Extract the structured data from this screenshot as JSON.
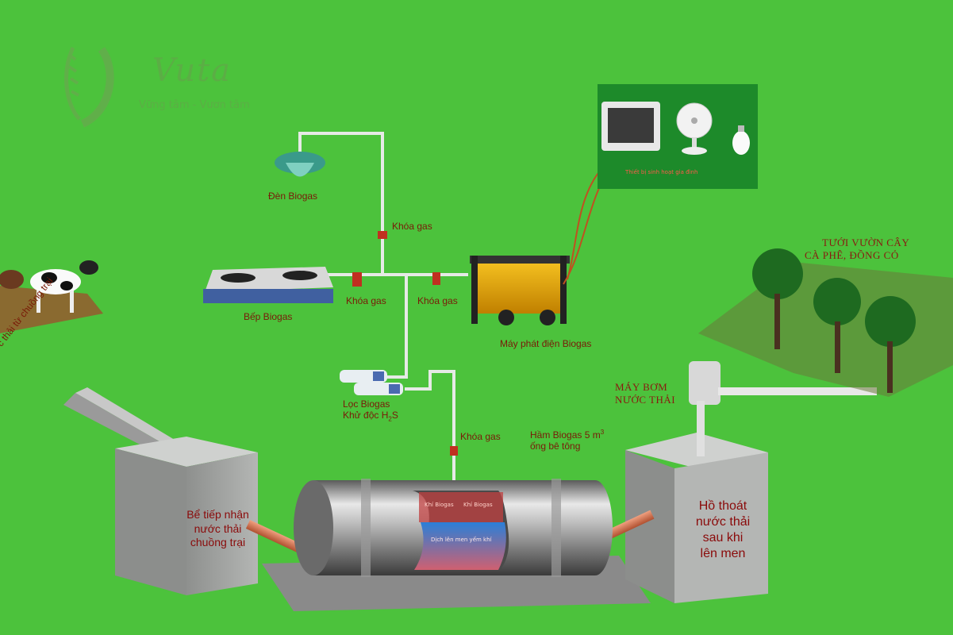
{
  "brand": {
    "name": "Vuta",
    "tagline": "Vững tâm - Vươn tâm"
  },
  "labels": {
    "lamp": "Đèn Biogas",
    "valve_top": "Khóa gas",
    "stove": "Bếp Biogas",
    "valve_left": "Khóa gas",
    "valve_right": "Khóa gas",
    "generator": "Máy phát điện Biogas",
    "appliances": "Thiết bị sinh hoạt gia đình",
    "filter_line1": "Lọc Biogas",
    "filter_line2": "Khử độc H",
    "filter_sub": "2",
    "filter_end": "S",
    "valve_tank": "Khóa gas",
    "tank_line1": "Hầm Biogas 5 m",
    "tank_sup": "3",
    "tank_line2": "ống bê tông",
    "tank_gas": "Khí Biogas",
    "tank_gas_left": "Khí Biogas",
    "tank_liquid": "Dịch lên men yếm khí",
    "inflow": "Nước thải từ chuồng trại",
    "pump_line1": "MÁY BƠM",
    "pump_line2": "NƯỚC THẢI",
    "irrigate_line1": "TƯỚI VƯỜN CÂY",
    "irrigate_line2": "CÀ PHÊ, ĐỒNG CỎ",
    "intake_box": [
      "Bể tiếp nhận",
      "nước thải",
      "chuồng trại"
    ],
    "outlet_box": [
      "Hồ thoát",
      "nước thải",
      "sau khi",
      "lên men"
    ]
  },
  "colors": {
    "background": "#4cc23c",
    "label_red": "#7a1a08",
    "pipe": "#e4e8e4",
    "concrete": "#a6a8a6",
    "appliance_panel": "#1d8a2a"
  }
}
